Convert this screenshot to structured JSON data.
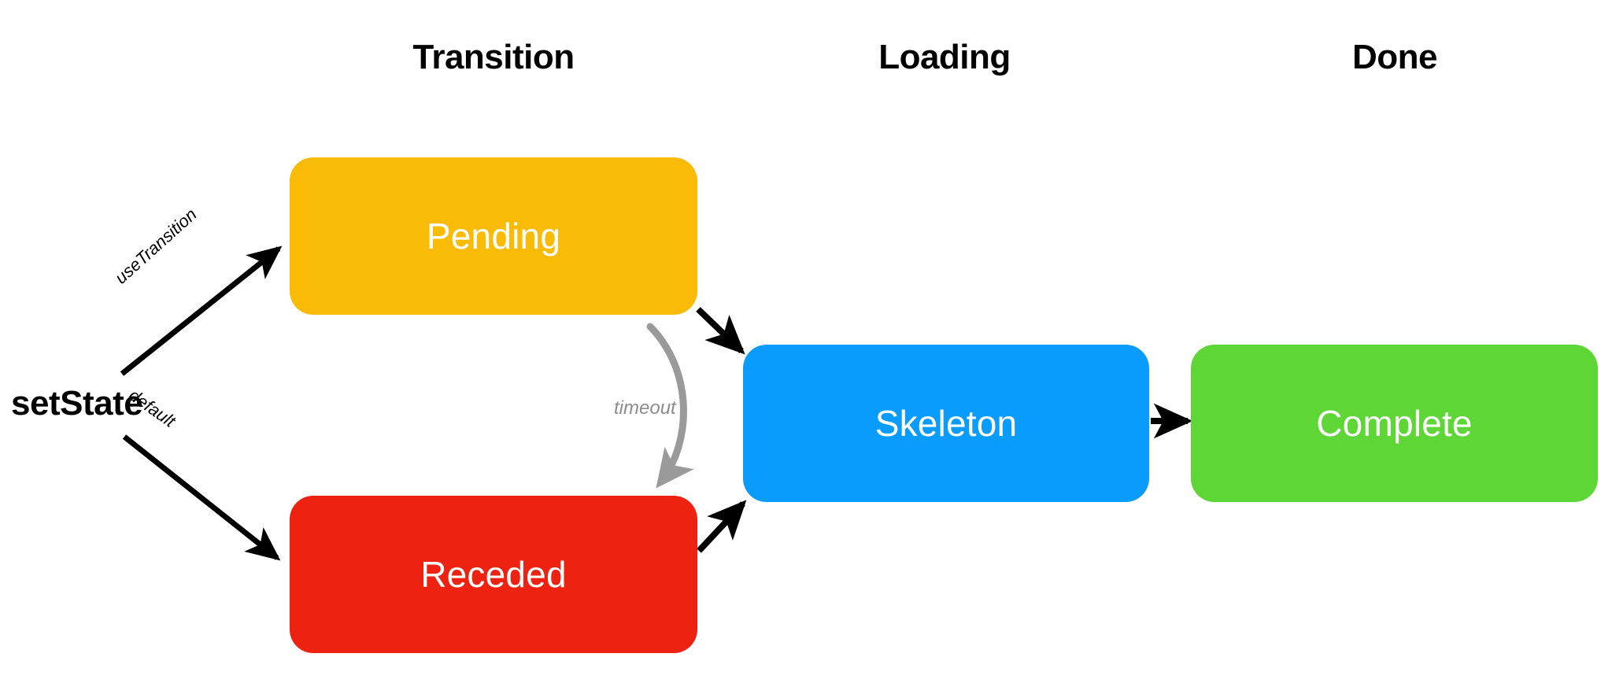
{
  "diagram": {
    "title_columns": [
      {
        "label": "Transition"
      },
      {
        "label": "Loading"
      },
      {
        "label": "Done"
      }
    ],
    "source": {
      "label": "setState"
    },
    "nodes": [
      {
        "id": "pending",
        "label": "Pending",
        "color": "#f9bb05",
        "column": "Transition"
      },
      {
        "id": "receded",
        "label": "Receded",
        "color": "#ed2211",
        "column": "Transition"
      },
      {
        "id": "skeleton",
        "label": "Skeleton",
        "color": "#0a9cfc",
        "column": "Loading"
      },
      {
        "id": "complete",
        "label": "Complete",
        "color": "#5dd636",
        "column": "Done"
      }
    ],
    "edges": [
      {
        "from": "setState",
        "to": "pending",
        "label": "useTransition",
        "color": "#000000"
      },
      {
        "from": "setState",
        "to": "receded",
        "label": "default",
        "color": "#000000"
      },
      {
        "from": "pending",
        "to": "skeleton",
        "label": "",
        "color": "#000000"
      },
      {
        "from": "pending",
        "to": "receded",
        "label": "timeout",
        "color": "#9a9a9a"
      },
      {
        "from": "receded",
        "to": "skeleton",
        "label": "",
        "color": "#000000"
      },
      {
        "from": "skeleton",
        "to": "complete",
        "label": "",
        "color": "#000000"
      }
    ],
    "background": "#ffffff"
  }
}
